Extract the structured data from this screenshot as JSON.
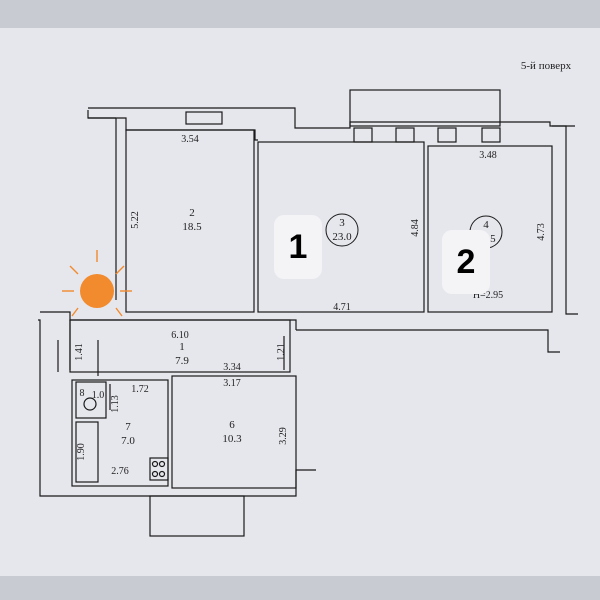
{
  "floor_label": "5-й поверх",
  "markers": {
    "badge_1": "1",
    "badge_2": "2"
  },
  "colors": {
    "background": "#e6e7ec",
    "line": "#1a1a1a",
    "sun": "#f28a2e",
    "badge": "#f4f4f6"
  },
  "rooms": [
    {
      "number": "2",
      "area": "18.5"
    },
    {
      "number": "3",
      "area": "23.0"
    },
    {
      "number": "4",
      "area": "16.5"
    },
    {
      "number": "1",
      "area": "7.9"
    },
    {
      "number": "6",
      "area": "10.3"
    },
    {
      "number": "7",
      "area": "7.0"
    },
    {
      "number": "8",
      "area": "1.0"
    }
  ],
  "dimensions": {
    "d354": "3.54",
    "d522": "5.22",
    "d484": "4.84",
    "d471": "4.71",
    "d348": "3.48",
    "d473": "4.73",
    "d610": "6.10",
    "d141": "1.41",
    "d121": "1.21",
    "d334": "3.34",
    "d317": "3.17",
    "d172": "1.72",
    "d113": "1.13",
    "d329": "3.29",
    "d190": "1.90",
    "d276": "2.76"
  },
  "ceiling_height": "H=2.95"
}
